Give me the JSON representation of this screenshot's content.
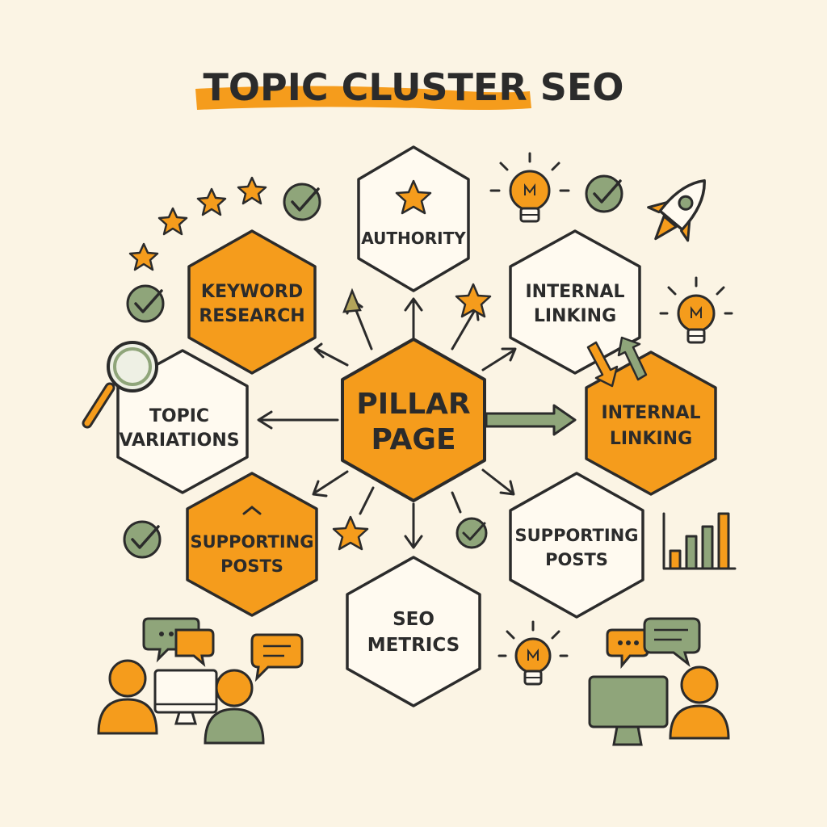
{
  "title": "TOPIC CLUSTER SEO",
  "colors": {
    "background": "#fbf4e4",
    "orange": "#f59c1c",
    "white": "#fffaf0",
    "green": "#8fa57a",
    "ink": "#2b2b2b"
  },
  "nodes": {
    "pillar": {
      "line1": "PILLAR",
      "line2": "PAGE"
    },
    "authority": {
      "line1": "AUTHORITY"
    },
    "keyword": {
      "line1": "KEYWORD",
      "line2": "RESEARCH"
    },
    "internal_top": {
      "line1": "INTERNAL",
      "line2": "LINKING"
    },
    "topic": {
      "line1": "TOPIC",
      "line2": "VARIATIONS"
    },
    "internal_right": {
      "line1": "INTERNAL",
      "line2": "LINKING"
    },
    "supporting_left": {
      "line1": "SUPPORTING",
      "line2": "POSTS"
    },
    "supporting_right": {
      "line1": "SUPPORTING",
      "line2": "POSTS"
    },
    "seo_metrics": {
      "line1": "SEO",
      "line2": "METRICS"
    }
  },
  "icons": [
    "star-icon",
    "check-icon",
    "lightbulb-icon",
    "rocket-icon",
    "magnifier-icon",
    "bar-chart-icon",
    "chat-bubble-icon",
    "person-icon",
    "computer-icon"
  ]
}
